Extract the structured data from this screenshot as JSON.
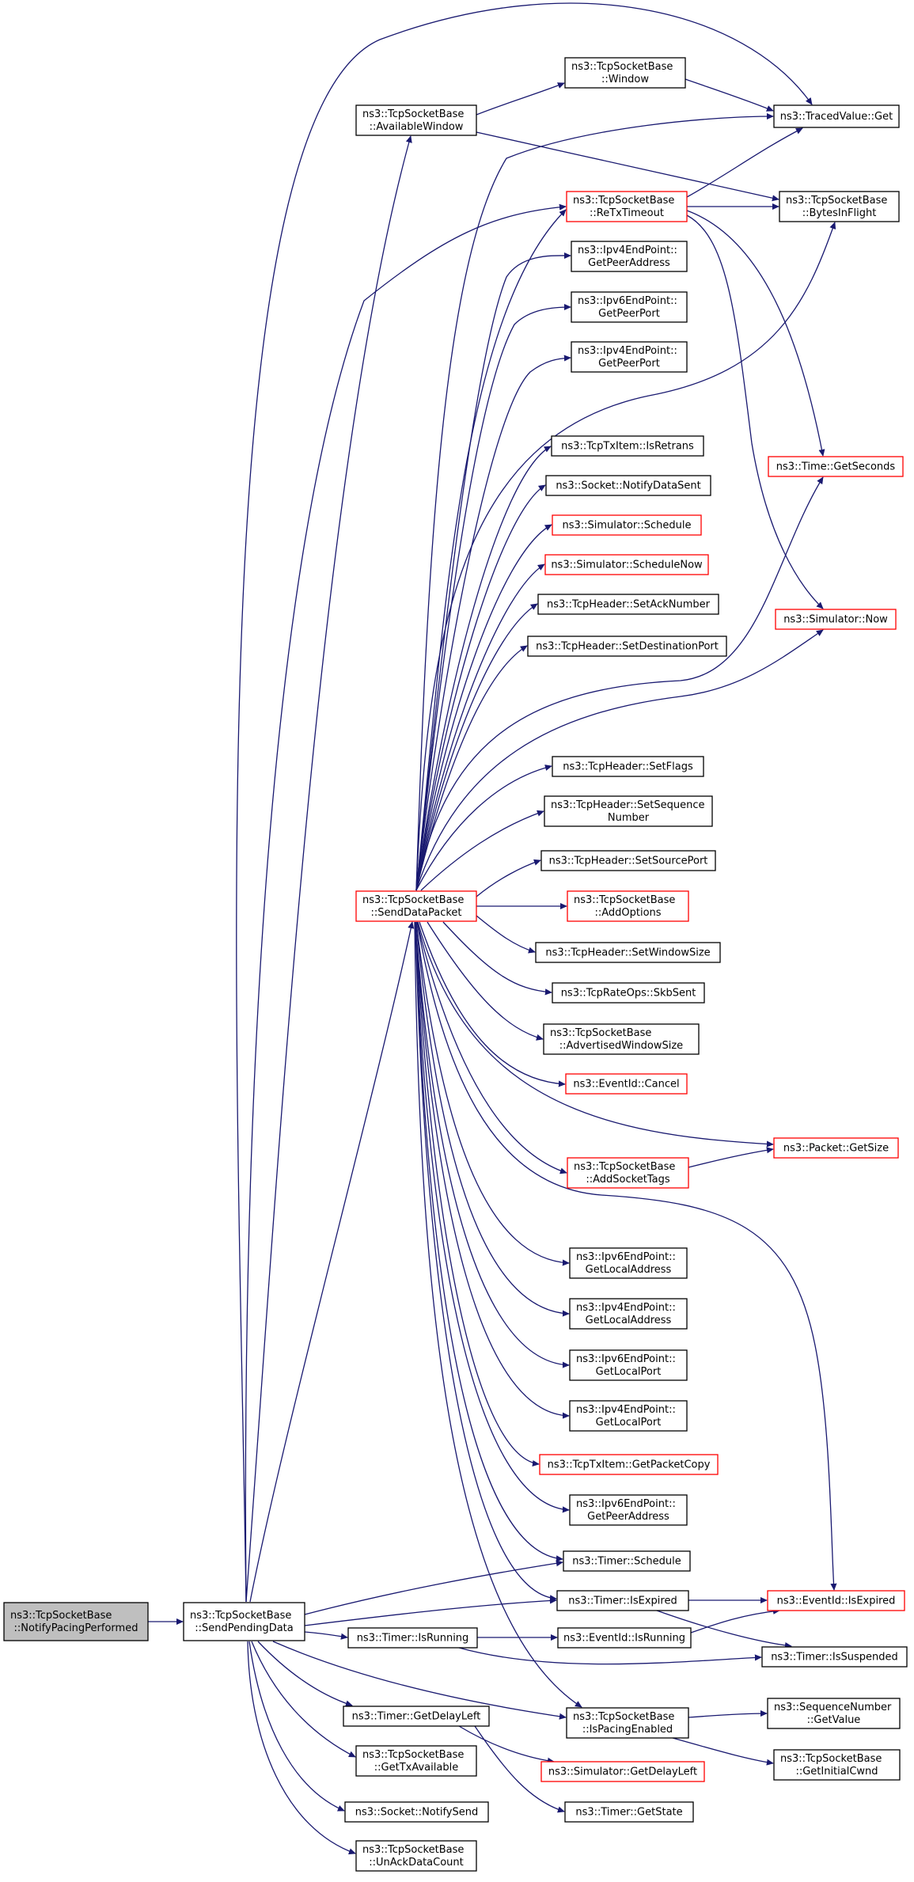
{
  "colors": {
    "edge": "#191970",
    "border_default": "#000000",
    "border_partial": "#ff0000",
    "root_fill": "#bfbfbf",
    "fill": "#ffffff"
  },
  "nodes": [
    {
      "id": "notify_pacing",
      "lines": [
        "ns3::TcpSocketBase",
        "::NotifyPacingPerformed"
      ],
      "border": "default",
      "root": true
    },
    {
      "id": "send_pending",
      "lines": [
        "ns3::TcpSocketBase",
        "::SendPendingData"
      ],
      "border": "default"
    },
    {
      "id": "available_window",
      "lines": [
        "ns3::TcpSocketBase",
        "::AvailableWindow"
      ],
      "border": "default"
    },
    {
      "id": "window",
      "lines": [
        "ns3::TcpSocketBase",
        "::Window"
      ],
      "border": "default"
    },
    {
      "id": "traced_get",
      "lines": [
        "ns3::TracedValue::Get"
      ],
      "border": "default"
    },
    {
      "id": "retx_timeout",
      "lines": [
        "ns3::TcpSocketBase",
        "::ReTxTimeout"
      ],
      "border": "red"
    },
    {
      "id": "bytes_in_flight",
      "lines": [
        "ns3::TcpSocketBase",
        "::BytesInFlight"
      ],
      "border": "default"
    },
    {
      "id": "ipv4_get_peer_address",
      "lines": [
        "ns3::Ipv4EndPoint::",
        "GetPeerAddress"
      ],
      "border": "default"
    },
    {
      "id": "ipv6_get_peer_port",
      "lines": [
        "ns3::Ipv6EndPoint::",
        "GetPeerPort"
      ],
      "border": "default"
    },
    {
      "id": "ipv4_get_peer_port",
      "lines": [
        "ns3::Ipv4EndPoint::",
        "GetPeerPort"
      ],
      "border": "default"
    },
    {
      "id": "tx_is_retrans",
      "lines": [
        "ns3::TcpTxItem::IsRetrans"
      ],
      "border": "default"
    },
    {
      "id": "notify_data_sent",
      "lines": [
        "ns3::Socket::NotifyDataSent"
      ],
      "border": "default"
    },
    {
      "id": "time_get_seconds",
      "lines": [
        "ns3::Time::GetSeconds"
      ],
      "border": "red"
    },
    {
      "id": "sim_schedule",
      "lines": [
        "ns3::Simulator::Schedule"
      ],
      "border": "red"
    },
    {
      "id": "sim_schedule_now",
      "lines": [
        "ns3::Simulator::ScheduleNow"
      ],
      "border": "red"
    },
    {
      "id": "set_ack_number",
      "lines": [
        "ns3::TcpHeader::SetAckNumber"
      ],
      "border": "default"
    },
    {
      "id": "sim_now",
      "lines": [
        "ns3::Simulator::Now"
      ],
      "border": "red"
    },
    {
      "id": "set_destination_port",
      "lines": [
        "ns3::TcpHeader::SetDestinationPort"
      ],
      "border": "default"
    },
    {
      "id": "set_flags",
      "lines": [
        "ns3::TcpHeader::SetFlags"
      ],
      "border": "default"
    },
    {
      "id": "set_sequence_number",
      "lines": [
        "ns3::TcpHeader::SetSequence",
        "Number"
      ],
      "border": "default"
    },
    {
      "id": "set_source_port",
      "lines": [
        "ns3::TcpHeader::SetSourcePort"
      ],
      "border": "default"
    },
    {
      "id": "send_data_packet",
      "lines": [
        "ns3::TcpSocketBase",
        "::SendDataPacket"
      ],
      "border": "red"
    },
    {
      "id": "add_options",
      "lines": [
        "ns3::TcpSocketBase",
        "::AddOptions"
      ],
      "border": "red"
    },
    {
      "id": "set_window_size",
      "lines": [
        "ns3::TcpHeader::SetWindowSize"
      ],
      "border": "default"
    },
    {
      "id": "skb_sent",
      "lines": [
        "ns3::TcpRateOps::SkbSent"
      ],
      "border": "default"
    },
    {
      "id": "advertised_window_size",
      "lines": [
        "ns3::TcpSocketBase",
        "::AdvertisedWindowSize"
      ],
      "border": "default"
    },
    {
      "id": "event_cancel",
      "lines": [
        "ns3::EventId::Cancel"
      ],
      "border": "red"
    },
    {
      "id": "packet_get_size",
      "lines": [
        "ns3::Packet::GetSize"
      ],
      "border": "red"
    },
    {
      "id": "add_socket_tags",
      "lines": [
        "ns3::TcpSocketBase",
        "::AddSocketTags"
      ],
      "border": "red"
    },
    {
      "id": "ipv6_get_local_address",
      "lines": [
        "ns3::Ipv6EndPoint::",
        "GetLocalAddress"
      ],
      "border": "default"
    },
    {
      "id": "ipv4_get_local_address",
      "lines": [
        "ns3::Ipv4EndPoint::",
        "GetLocalAddress"
      ],
      "border": "default"
    },
    {
      "id": "ipv6_get_local_port",
      "lines": [
        "ns3::Ipv6EndPoint::",
        "GetLocalPort"
      ],
      "border": "default"
    },
    {
      "id": "ipv4_get_local_port",
      "lines": [
        "ns3::Ipv4EndPoint::",
        "GetLocalPort"
      ],
      "border": "default"
    },
    {
      "id": "get_packet_copy",
      "lines": [
        "ns3::TcpTxItem::GetPacketCopy"
      ],
      "border": "red"
    },
    {
      "id": "ipv6_get_peer_address",
      "lines": [
        "ns3::Ipv6EndPoint::",
        "GetPeerAddress"
      ],
      "border": "default"
    },
    {
      "id": "timer_schedule",
      "lines": [
        "ns3::Timer::Schedule"
      ],
      "border": "default"
    },
    {
      "id": "timer_is_expired",
      "lines": [
        "ns3::Timer::IsExpired"
      ],
      "border": "default"
    },
    {
      "id": "event_is_expired",
      "lines": [
        "ns3::EventId::IsExpired"
      ],
      "border": "red"
    },
    {
      "id": "timer_is_running",
      "lines": [
        "ns3::Timer::IsRunning"
      ],
      "border": "default"
    },
    {
      "id": "event_is_running",
      "lines": [
        "ns3::EventId::IsRunning"
      ],
      "border": "default"
    },
    {
      "id": "timer_is_suspended",
      "lines": [
        "ns3::Timer::IsSuspended"
      ],
      "border": "default"
    },
    {
      "id": "timer_get_delay_left",
      "lines": [
        "ns3::Timer::GetDelayLeft"
      ],
      "border": "default"
    },
    {
      "id": "is_pacing_enabled",
      "lines": [
        "ns3::TcpSocketBase",
        "::IsPacingEnabled"
      ],
      "border": "default"
    },
    {
      "id": "seq_get_value",
      "lines": [
        "ns3::SequenceNumber",
        "::GetValue"
      ],
      "border": "default"
    },
    {
      "id": "get_tx_available",
      "lines": [
        "ns3::TcpSocketBase",
        "::GetTxAvailable"
      ],
      "border": "default"
    },
    {
      "id": "sim_get_delay_left",
      "lines": [
        "ns3::Simulator::GetDelayLeft"
      ],
      "border": "red"
    },
    {
      "id": "get_initial_cwnd",
      "lines": [
        "ns3::TcpSocketBase",
        "::GetInitialCwnd"
      ],
      "border": "default"
    },
    {
      "id": "socket_notify_send",
      "lines": [
        "ns3::Socket::NotifySend"
      ],
      "border": "default"
    },
    {
      "id": "timer_get_state",
      "lines": [
        "ns3::Timer::GetState"
      ],
      "border": "default"
    },
    {
      "id": "unack_data_count",
      "lines": [
        "ns3::TcpSocketBase",
        "::UnAckDataCount"
      ],
      "border": "default"
    }
  ],
  "edges": [
    [
      "notify_pacing",
      "send_pending"
    ],
    [
      "send_pending",
      "available_window"
    ],
    [
      "send_pending",
      "traced_get"
    ],
    [
      "send_pending",
      "retx_timeout"
    ],
    [
      "send_pending",
      "send_data_packet"
    ],
    [
      "send_pending",
      "timer_schedule"
    ],
    [
      "send_pending",
      "timer_is_expired"
    ],
    [
      "send_pending",
      "timer_is_running"
    ],
    [
      "send_pending",
      "timer_get_delay_left"
    ],
    [
      "send_pending",
      "is_pacing_enabled"
    ],
    [
      "send_pending",
      "get_tx_available"
    ],
    [
      "send_pending",
      "socket_notify_send"
    ],
    [
      "send_pending",
      "unack_data_count"
    ],
    [
      "available_window",
      "window"
    ],
    [
      "available_window",
      "bytes_in_flight"
    ],
    [
      "window",
      "traced_get"
    ],
    [
      "retx_timeout",
      "traced_get"
    ],
    [
      "retx_timeout",
      "bytes_in_flight"
    ],
    [
      "retx_timeout",
      "time_get_seconds"
    ],
    [
      "retx_timeout",
      "sim_now"
    ],
    [
      "send_data_packet",
      "retx_timeout"
    ],
    [
      "send_data_packet",
      "traced_get"
    ],
    [
      "send_data_packet",
      "bytes_in_flight"
    ],
    [
      "send_data_packet",
      "ipv4_get_peer_address"
    ],
    [
      "send_data_packet",
      "ipv6_get_peer_port"
    ],
    [
      "send_data_packet",
      "ipv4_get_peer_port"
    ],
    [
      "send_data_packet",
      "tx_is_retrans"
    ],
    [
      "send_data_packet",
      "notify_data_sent"
    ],
    [
      "send_data_packet",
      "sim_schedule"
    ],
    [
      "send_data_packet",
      "sim_schedule_now"
    ],
    [
      "send_data_packet",
      "set_ack_number"
    ],
    [
      "send_data_packet",
      "set_destination_port"
    ],
    [
      "send_data_packet",
      "time_get_seconds"
    ],
    [
      "send_data_packet",
      "sim_now"
    ],
    [
      "send_data_packet",
      "set_flags"
    ],
    [
      "send_data_packet",
      "set_sequence_number"
    ],
    [
      "send_data_packet",
      "set_source_port"
    ],
    [
      "send_data_packet",
      "add_options"
    ],
    [
      "send_data_packet",
      "set_window_size"
    ],
    [
      "send_data_packet",
      "skb_sent"
    ],
    [
      "send_data_packet",
      "advertised_window_size"
    ],
    [
      "send_data_packet",
      "event_cancel"
    ],
    [
      "send_data_packet",
      "packet_get_size"
    ],
    [
      "send_data_packet",
      "add_socket_tags"
    ],
    [
      "send_data_packet",
      "event_is_expired"
    ],
    [
      "send_data_packet",
      "ipv6_get_local_address"
    ],
    [
      "send_data_packet",
      "ipv4_get_local_address"
    ],
    [
      "send_data_packet",
      "ipv6_get_local_port"
    ],
    [
      "send_data_packet",
      "ipv4_get_local_port"
    ],
    [
      "send_data_packet",
      "get_packet_copy"
    ],
    [
      "send_data_packet",
      "ipv6_get_peer_address"
    ],
    [
      "send_data_packet",
      "timer_schedule"
    ],
    [
      "send_data_packet",
      "timer_is_expired"
    ],
    [
      "send_data_packet",
      "is_pacing_enabled"
    ],
    [
      "add_socket_tags",
      "packet_get_size"
    ],
    [
      "timer_is_expired",
      "event_is_expired"
    ],
    [
      "timer_is_expired",
      "timer_is_suspended"
    ],
    [
      "timer_is_running",
      "event_is_running"
    ],
    [
      "timer_is_running",
      "timer_is_suspended"
    ],
    [
      "event_is_running",
      "event_is_expired"
    ],
    [
      "timer_get_delay_left",
      "sim_get_delay_left"
    ],
    [
      "timer_get_delay_left",
      "timer_get_state"
    ],
    [
      "is_pacing_enabled",
      "seq_get_value"
    ],
    [
      "is_pacing_enabled",
      "get_initial_cwnd"
    ]
  ]
}
